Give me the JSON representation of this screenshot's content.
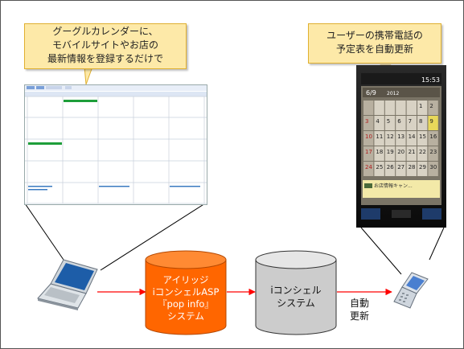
{
  "callout_left": {
    "lines": [
      "グーグルカレンダーに、",
      "モバイルサイトやお店の",
      "最新情報を登録するだけで"
    ]
  },
  "callout_right": {
    "lines": [
      "ユーザーの携帯電話の",
      "予定表を自動更新"
    ]
  },
  "cylinder_orange": {
    "lines": [
      "アイリッジ",
      "iコンシェルASP",
      "『pop info』",
      "システム"
    ],
    "color": "#ff6600"
  },
  "cylinder_gray": {
    "lines": [
      "iコンシェル",
      "システム"
    ],
    "color": "#cccccc"
  },
  "auto_update_label": {
    "lines": [
      "自動",
      "更新"
    ]
  },
  "phone_screen": {
    "time": "15:53",
    "date": "6/9",
    "year": "2012",
    "calendar_rows": [
      [
        "",
        "",
        "",
        "",
        "",
        "1",
        "2"
      ],
      [
        "3",
        "4",
        "5",
        "6",
        "7",
        "8",
        "9"
      ],
      [
        "10",
        "11",
        "12",
        "13",
        "14",
        "15",
        "16"
      ],
      [
        "17",
        "18",
        "19",
        "20",
        "21",
        "22",
        "23"
      ],
      [
        "24",
        "25",
        "26",
        "27",
        "28",
        "29",
        "30"
      ]
    ],
    "event_text": "お店情報キャン..."
  },
  "arrow_color": "#ff0000"
}
